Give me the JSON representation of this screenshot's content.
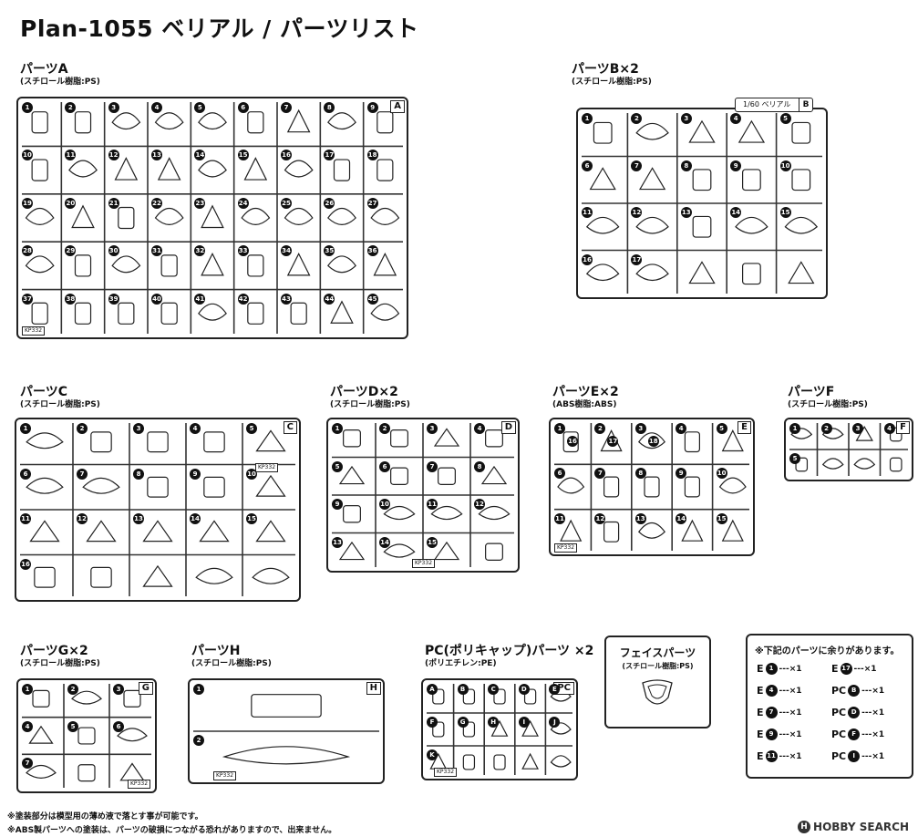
{
  "title": "Plan-1055 ベリアル / パーツリスト",
  "sections": {
    "A": {
      "name": "パーツA",
      "material": "(スチロール樹脂:PS)",
      "tag": "A",
      "code": "KP332"
    },
    "B": {
      "name": "パーツB×2",
      "material": "(スチロール樹脂:PS)",
      "tag": "B",
      "label": "1/60 ベリアル"
    },
    "C": {
      "name": "パーツC",
      "material": "(スチロール樹脂:PS)",
      "tag": "C",
      "code": "KP332"
    },
    "D": {
      "name": "パーツD×2",
      "material": "(スチロール樹脂:PS)",
      "tag": "D",
      "code": "KP332"
    },
    "E": {
      "name": "パーツE×2",
      "material": "(ABS樹脂:ABS)",
      "tag": "E",
      "code": "KP332"
    },
    "F": {
      "name": "パーツF",
      "material": "(スチロール樹脂:PS)",
      "tag": "F"
    },
    "G": {
      "name": "パーツG×2",
      "material": "(スチロール樹脂:PS)",
      "tag": "G",
      "code": "KP332"
    },
    "H": {
      "name": "パーツH",
      "material": "(スチロール樹脂:PS)",
      "tag": "H",
      "code": "KP332"
    },
    "PC": {
      "name": "PC(ポリキャップ)パーツ ×2",
      "material": "(ポリエチレン:PE)",
      "tag": "PC",
      "code": "KP332"
    }
  },
  "face_parts": {
    "name": "フェイスパーツ",
    "material": "(スチロール樹脂:PS)"
  },
  "spare_note": {
    "heading": "※下記のパーツに余りがあります。",
    "rows": [
      {
        "left_letter": "E",
        "left_num": "1",
        "left_count": "---×1",
        "right_letter": "E",
        "right_num": "17",
        "right_count": "---×1"
      },
      {
        "left_letter": "E",
        "left_num": "4",
        "left_count": "---×1",
        "right_letter": "PC",
        "right_num": "B",
        "right_count": "---×1"
      },
      {
        "left_letter": "E",
        "left_num": "7",
        "left_count": "---×1",
        "right_letter": "PC",
        "right_num": "D",
        "right_count": "---×1"
      },
      {
        "left_letter": "E",
        "left_num": "9",
        "left_count": "---×1",
        "right_letter": "PC",
        "right_num": "F",
        "right_count": "---×1"
      },
      {
        "left_letter": "E",
        "left_num": "11",
        "left_count": "---×1",
        "right_letter": "PC",
        "right_num": "I",
        "right_count": "---×1"
      }
    ]
  },
  "footnotes": [
    "※塗装部分は模型用の薄め液で落とす事が可能です。",
    "※ABS製パーツへの塗装は、パーツの破損につながる恐れがありますので、出来ません。"
  ],
  "watermark": "HOBBY SEARCH",
  "part_numbers": {
    "A": [
      "1",
      "2",
      "3",
      "4",
      "5",
      "6",
      "7",
      "8",
      "9",
      "10",
      "11",
      "12",
      "13",
      "14",
      "15",
      "16",
      "17",
      "18",
      "19",
      "20",
      "21",
      "22",
      "23",
      "24",
      "25",
      "26",
      "27",
      "28",
      "29",
      "30",
      "31",
      "32",
      "33",
      "34",
      "35",
      "36",
      "37",
      "38",
      "39",
      "40",
      "41",
      "42",
      "43",
      "44",
      "45"
    ],
    "B": [
      "1",
      "2",
      "3",
      "4",
      "5",
      "6",
      "7",
      "8",
      "9",
      "10",
      "11",
      "12",
      "13",
      "14",
      "15",
      "16",
      "17"
    ],
    "C": [
      "1",
      "2",
      "3",
      "4",
      "5",
      "6",
      "7",
      "8",
      "9",
      "10",
      "11",
      "12",
      "13",
      "14",
      "15",
      "16"
    ],
    "D": [
      "1",
      "2",
      "3",
      "4",
      "5",
      "6",
      "7",
      "8",
      "9",
      "10",
      "11",
      "12",
      "13",
      "14",
      "15"
    ],
    "E": [
      "1",
      "2",
      "3",
      "4",
      "5",
      "6",
      "7",
      "8",
      "9",
      "10",
      "11",
      "12",
      "13",
      "14",
      "15",
      "16",
      "17",
      "18"
    ],
    "F": [
      "1",
      "2",
      "3",
      "4",
      "5"
    ],
    "G": [
      "1",
      "2",
      "3",
      "4",
      "5",
      "6",
      "7"
    ],
    "H": [
      "1",
      "2"
    ],
    "PC": [
      "A",
      "B",
      "C",
      "D",
      "E",
      "F",
      "G",
      "H",
      "I",
      "J",
      "K"
    ]
  }
}
